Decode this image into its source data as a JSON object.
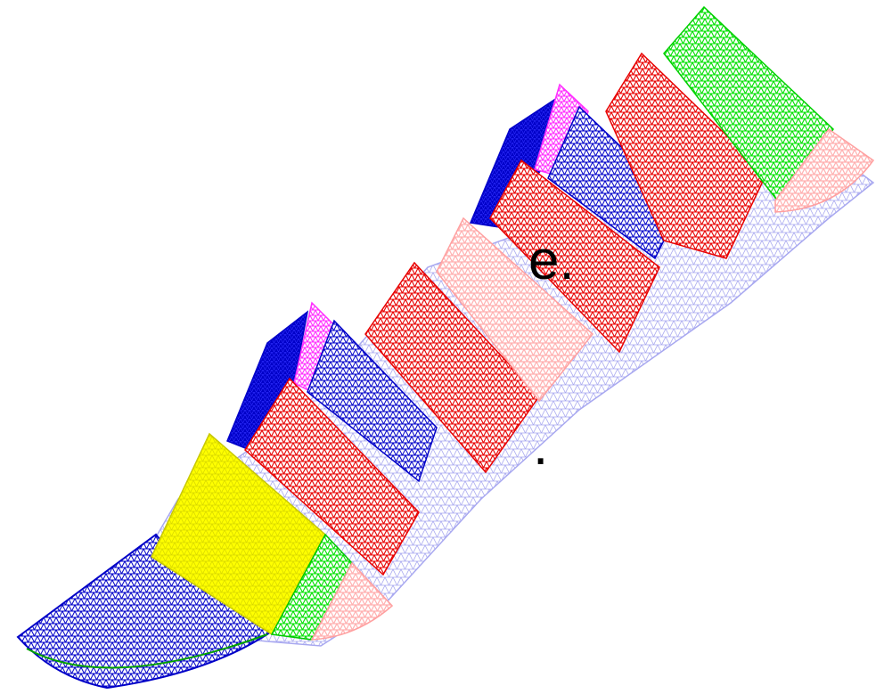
{
  "text_fragments": {
    "top": "e.",
    "bottom": "."
  },
  "palette": {
    "background": "#ffffff",
    "base_mesh": "#a8a8f0",
    "blue": "#0000c8",
    "red": "#e80000",
    "pink": "#ffb0b0",
    "green": "#00e000",
    "yellow": "#ffff00",
    "magenta": "#ff30ff"
  },
  "mesh_regions": [
    {
      "name": "base-mesh",
      "color": "base_mesh"
    },
    {
      "name": "quarter-disk-blue",
      "color": "blue"
    },
    {
      "name": "panel-yellow",
      "color": "yellow"
    },
    {
      "name": "strip-green",
      "color": "green"
    },
    {
      "name": "strip-pink",
      "color": "pink"
    },
    {
      "name": "tab-blue-1",
      "color": "blue"
    },
    {
      "name": "tab-magenta-1",
      "color": "magenta"
    },
    {
      "name": "panel-red-1",
      "color": "red"
    },
    {
      "name": "panel-blue-1",
      "color": "blue"
    },
    {
      "name": "panel-red-2",
      "color": "red"
    },
    {
      "name": "panel-pink",
      "color": "pink"
    },
    {
      "name": "tab-blue-2",
      "color": "blue"
    },
    {
      "name": "tab-magenta-2",
      "color": "magenta"
    },
    {
      "name": "panel-red-3",
      "color": "red"
    },
    {
      "name": "panel-blue-2",
      "color": "blue"
    },
    {
      "name": "panel-red-4",
      "color": "red"
    },
    {
      "name": "panel-green",
      "color": "green"
    },
    {
      "name": "panel-pink-end",
      "color": "pink"
    }
  ]
}
